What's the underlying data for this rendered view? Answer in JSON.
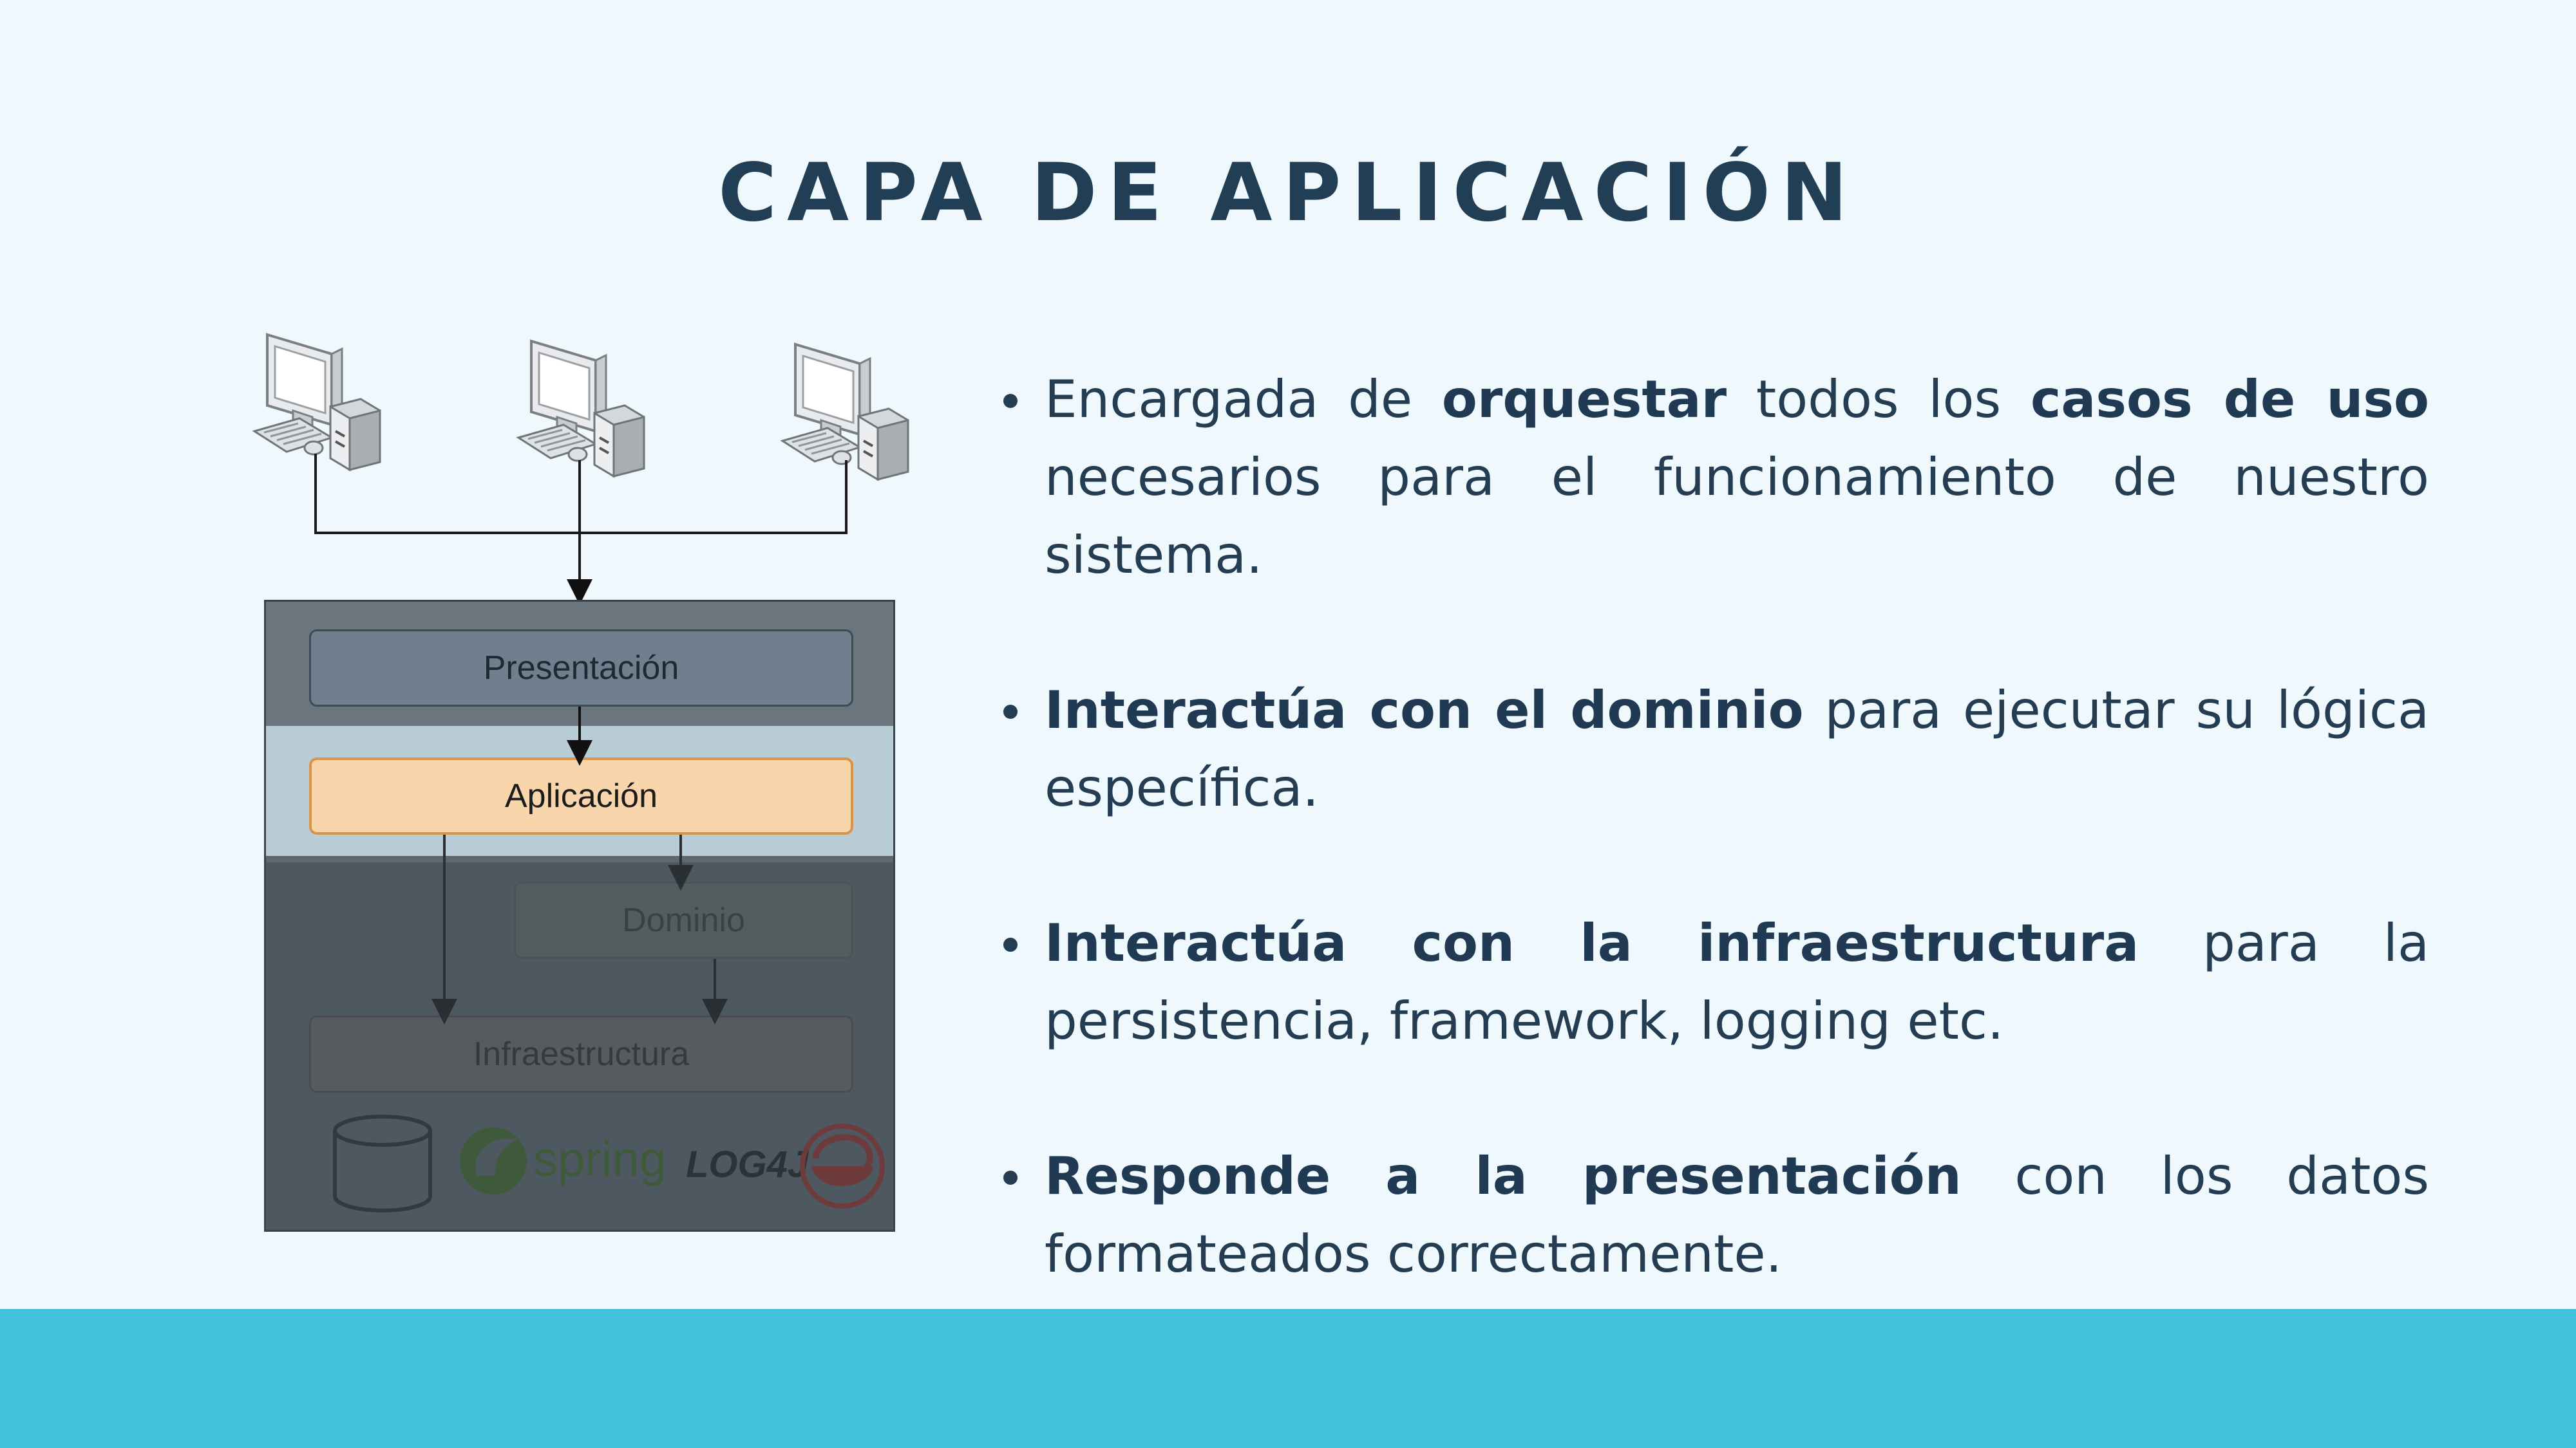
{
  "slide": {
    "title": "CAPA DE APLICACIÓN"
  },
  "diagram": {
    "layers": {
      "presentacion": "Presentación",
      "aplicacion": "Aplicación",
      "dominio": "Dominio",
      "infraestructura": "Infraestructura"
    },
    "logos": {
      "spring": "spring",
      "log4j": "LOG4J"
    },
    "icons": [
      "computer-icon",
      "computer-icon",
      "computer-icon",
      "database-icon",
      "spring-logo",
      "log4j-logo",
      "debian-logo"
    ]
  },
  "bullets": [
    {
      "b1_t1": "Encargada de ",
      "b1_b1": "orquestar",
      "b1_t2": " todos los ",
      "b1_b2": "casos de uso",
      "b1_t3": " necesarios para el funcionamiento de nuestro sistema."
    },
    {
      "b2_b1": "Interactúa con el dominio",
      "b2_t1": " para ejecutar su lógica específica."
    },
    {
      "b3_b1": "Interactúa con la infraestructura",
      "b3_t1": " para la persistencia, framework, logging etc."
    },
    {
      "b4_b1": "Responde a la presentación",
      "b4_t1": " con los datos formateados correctamente."
    }
  ],
  "colors": {
    "background": "#eff8fd",
    "title": "#223e55",
    "band": "#41c1dc",
    "aplicacion_fill": "#f9d5ab"
  }
}
